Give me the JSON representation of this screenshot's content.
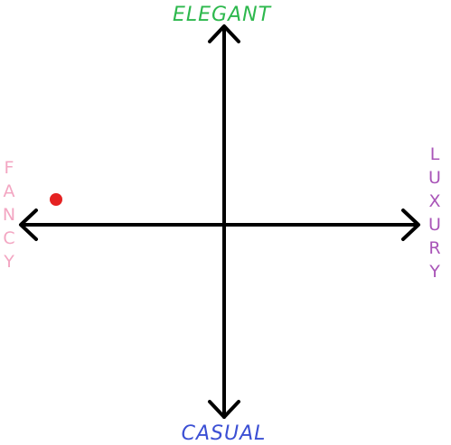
{
  "labels": {
    "top": "ELEGANT",
    "bottom": "CASUAL",
    "left": "FANCY",
    "right": "LUXURY"
  },
  "colors": {
    "axis": "#000000",
    "top": "#2db84d",
    "bottom": "#3b4fd4",
    "left": "#f3a6c2",
    "right": "#a955b8",
    "marker": "#e52222"
  }
}
